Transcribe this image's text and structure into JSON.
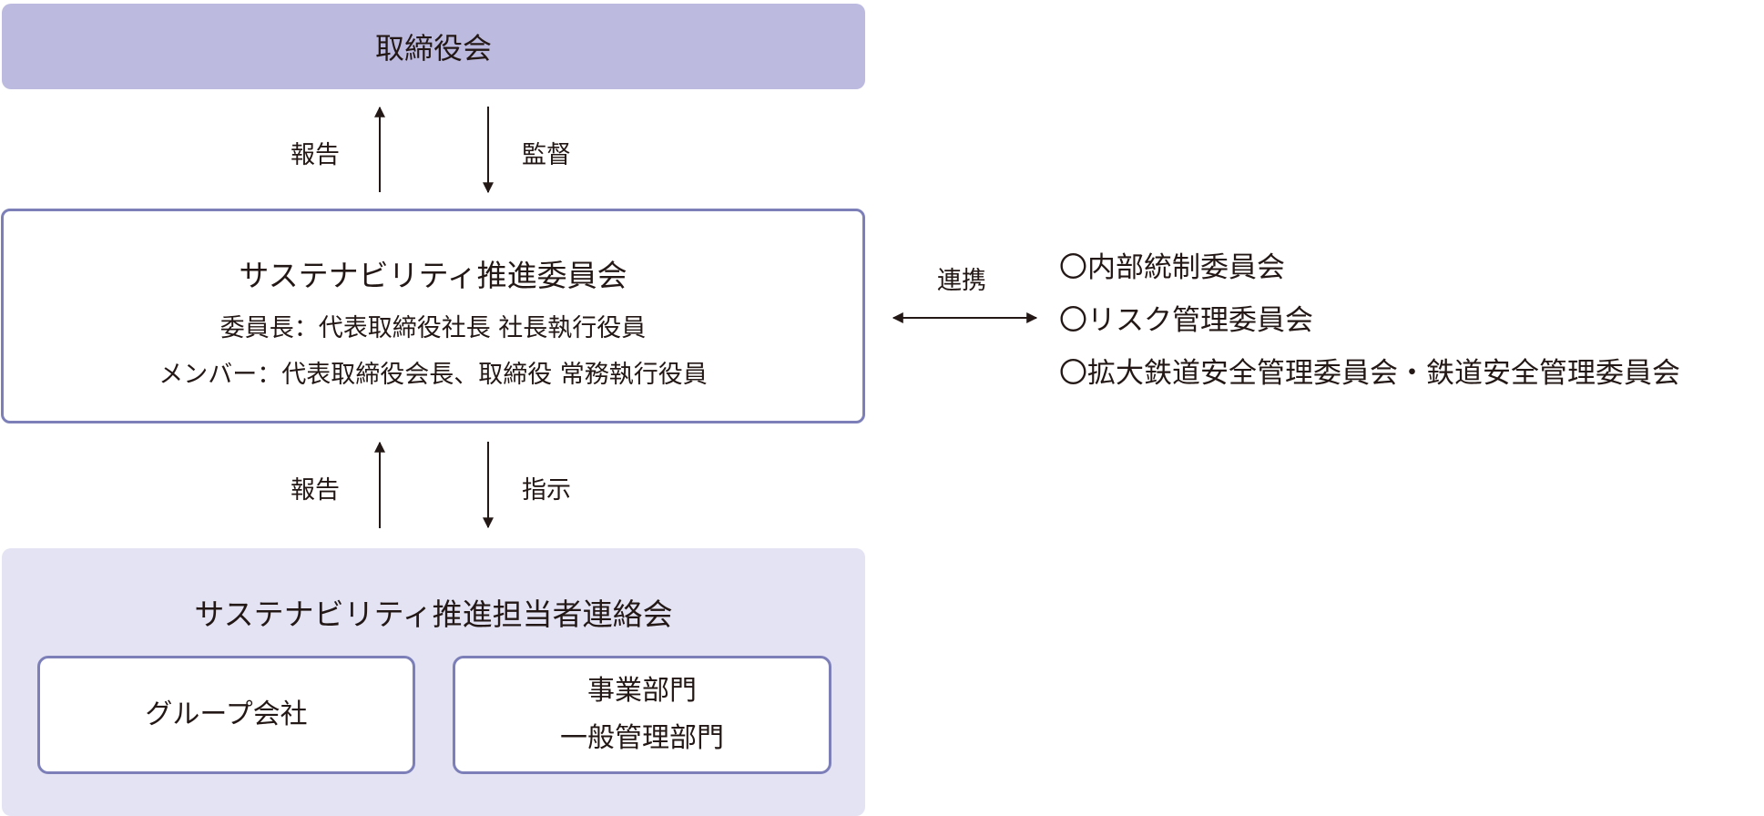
{
  "board": {
    "label": "取締役会"
  },
  "arrows_top": {
    "report": "報告",
    "supervise": "監督"
  },
  "committee": {
    "title": "サステナビリティ推進委員会",
    "chair": "委員長：代表取締役社長 社長執行役員",
    "members": "メンバー：代表取締役会長、取締役 常務執行役員"
  },
  "arrows_bottom": {
    "report": "報告",
    "instruct": "指示"
  },
  "liaison": {
    "title": "サステナビリティ推進担当者連絡会",
    "group": {
      "label": "グループ会社"
    },
    "departments": {
      "line1": "事業部門",
      "line2": "一般管理部門"
    }
  },
  "cooperation": {
    "label": "連携",
    "committees": [
      "〇内部統制委員会",
      "〇リスク管理委員会",
      "〇拡大鉄道安全管理委員会・鉄道安全管理委員会"
    ]
  },
  "colors": {
    "board_fill": "#bcbbdf",
    "border": "#7c7fb8",
    "liaison_fill": "#e3e3f3",
    "text": "#231815"
  }
}
